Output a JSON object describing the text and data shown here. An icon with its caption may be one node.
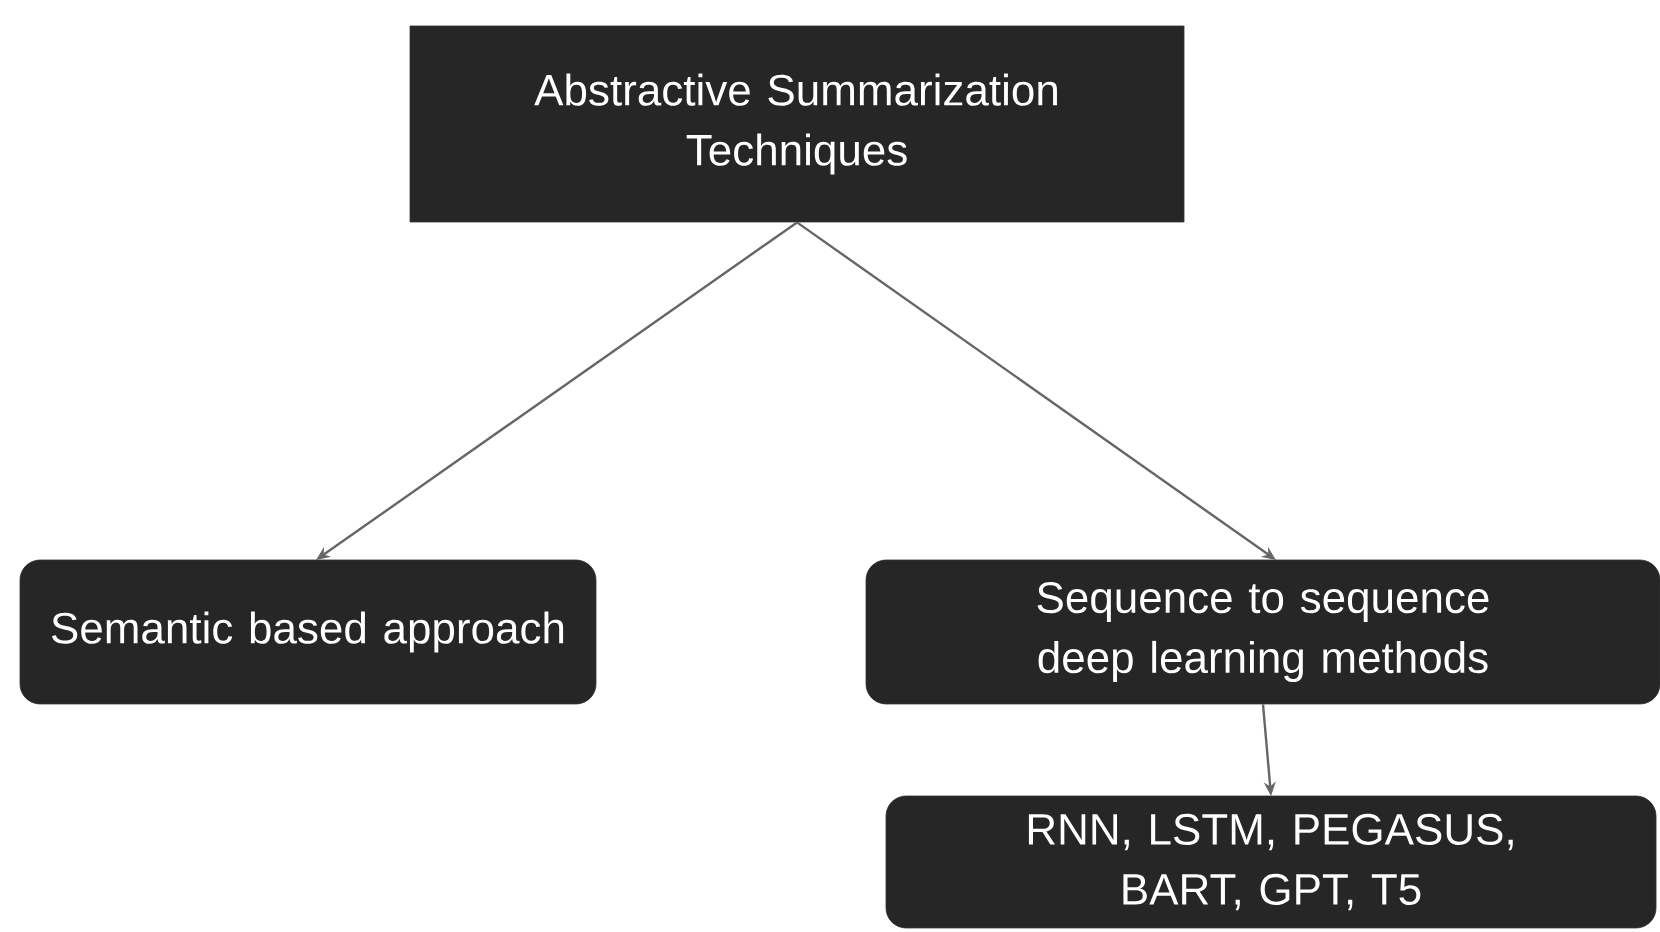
{
  "diagram": {
    "nodes": [
      {
        "text": [
          "Abstractive Summarization Techniques"
        ]
      },
      {
        "text": [
          "Semantic based approach"
        ]
      },
      {
        "text": [
          "Sequence to sequence deep learning methods"
        ]
      },
      {
        "text": [
          "RNN, LSTM, PEGASUS, BART, GPT, T5"
        ]
      }
    ],
    "edges": [
      {
        "from": 0,
        "to": 1,
        "arrow": "to"
      },
      {
        "from": 0,
        "to": 2,
        "arrow": "to"
      },
      {
        "from": 2,
        "to": 3,
        "arrow": "to"
      }
    ]
  }
}
